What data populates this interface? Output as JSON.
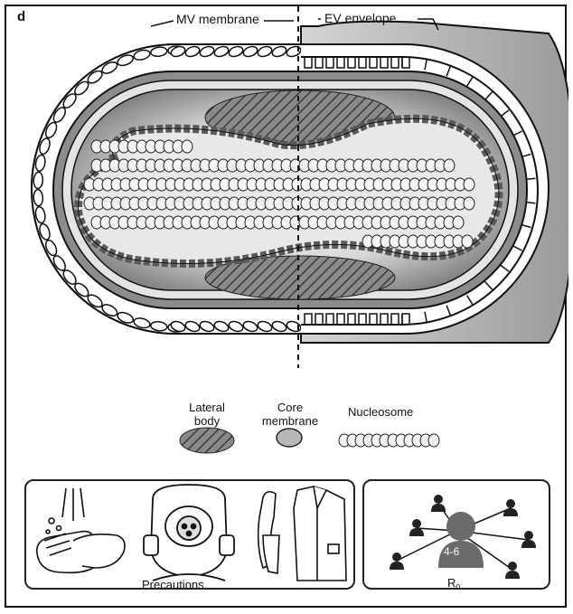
{
  "panel_letter": "d",
  "labels": {
    "mv_membrane": "MV membrane",
    "ev_envelope": "EV envelope"
  },
  "legend": {
    "lateral_body": [
      "Lateral",
      "body"
    ],
    "core_membrane": [
      "Core",
      "membrane"
    ],
    "nucleosome": "Nucleosome"
  },
  "panels": {
    "precautions": "Precautions",
    "r0_symbol": "R",
    "r0_subscript": "0",
    "r0_value": "4-6"
  },
  "colors": {
    "ink": "#111111",
    "core_bead": "#b8b8b8",
    "lateral_hatch": "#555555",
    "person": "#222222",
    "center_person": "#6a6a6a"
  }
}
